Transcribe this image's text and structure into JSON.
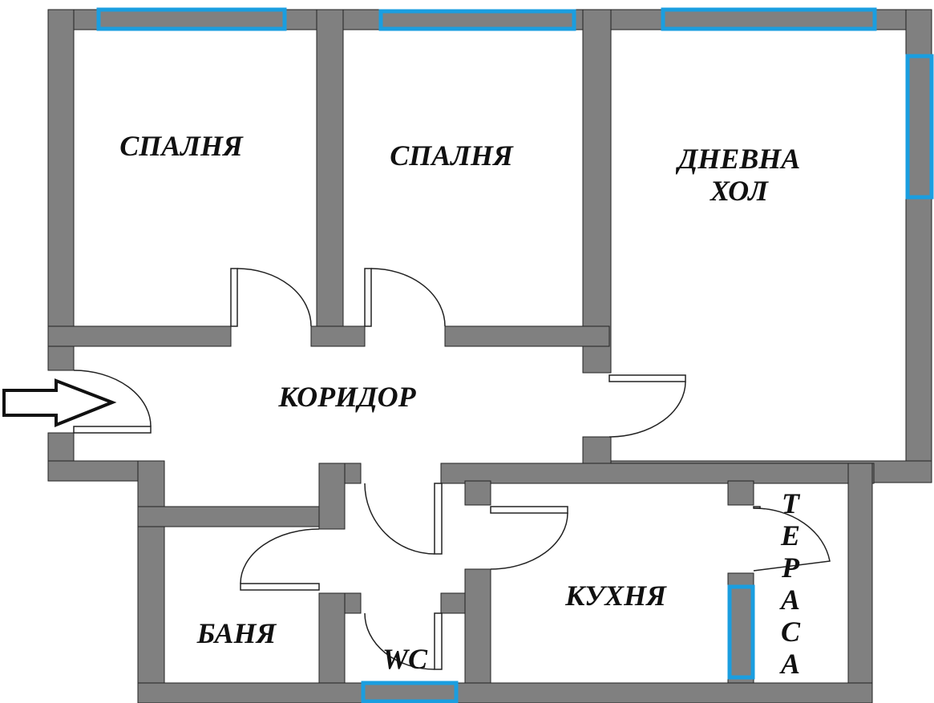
{
  "rooms": {
    "bedroom_1": "СПАЛНЯ",
    "bedroom_2": "СПАЛНЯ",
    "living_1": "ДНЕВНА",
    "living_2": "ХОЛ",
    "corridor": "КОРИДОР",
    "bathroom": "БАНЯ",
    "wc": "WC",
    "kitchen": "КУХНЯ",
    "terrace_letters": [
      "Т",
      "Е",
      "Р",
      "А",
      "С",
      "А"
    ]
  },
  "colors": {
    "wall": "#808080",
    "window": "#1a9ee0"
  },
  "entrance_icon": "arrow-right-outline-icon"
}
